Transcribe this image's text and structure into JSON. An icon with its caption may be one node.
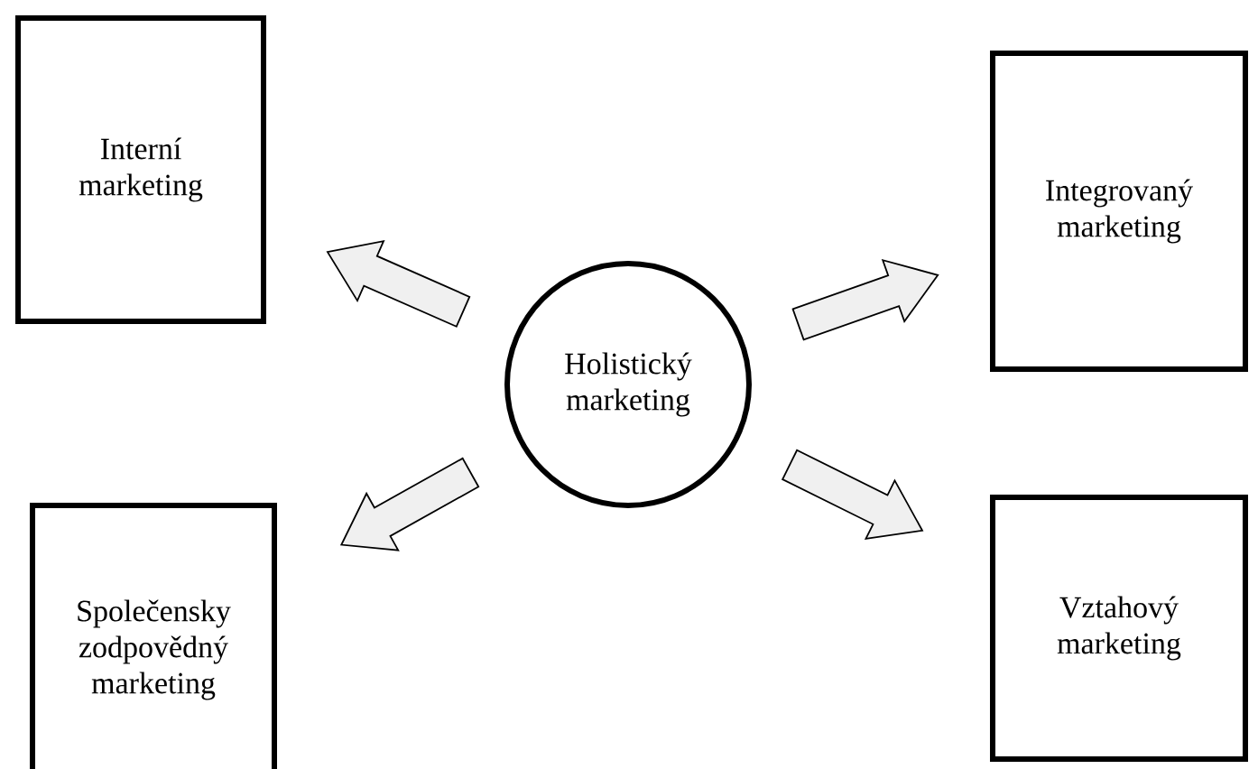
{
  "diagram": {
    "nodes": [
      {
        "text": [
          "Holistický marketing"
        ]
      },
      {
        "text": [
          "Interní marketing"
        ]
      },
      {
        "text": [
          "Integrovaný marketing"
        ]
      },
      {
        "text": [
          "Společensky zodpovědný marketing"
        ]
      },
      {
        "text": [
          "Vztahový marketing"
        ]
      }
    ],
    "edges": [
      {
        "from": 0,
        "to": 1,
        "arrow": "to"
      },
      {
        "from": 0,
        "to": 2,
        "arrow": "to"
      },
      {
        "from": 0,
        "to": 3,
        "arrow": "to"
      },
      {
        "from": 0,
        "to": 4,
        "arrow": "to"
      }
    ]
  }
}
